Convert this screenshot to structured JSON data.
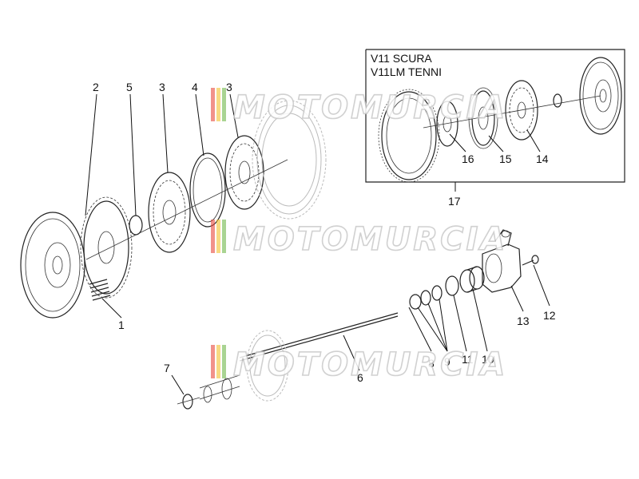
{
  "inset_box": {
    "title_line1": "V11 SCURA",
    "title_line2": "V11LM TENNI",
    "label": "17"
  },
  "labels": {
    "p1": "1",
    "p2": "2",
    "p3a": "3",
    "p3b": "3",
    "p4": "4",
    "p5": "5",
    "p6": "6",
    "p7": "7",
    "p8": "8",
    "p9": "9",
    "p10": "10",
    "p11": "11",
    "p12": "12",
    "p13": "13",
    "p14": "14",
    "p15": "15",
    "p16": "16"
  },
  "watermark": {
    "text": "MOTOMURCIA",
    "stripe_colors": [
      "#e84a3c",
      "#f2c230",
      "#6fb84a"
    ]
  }
}
